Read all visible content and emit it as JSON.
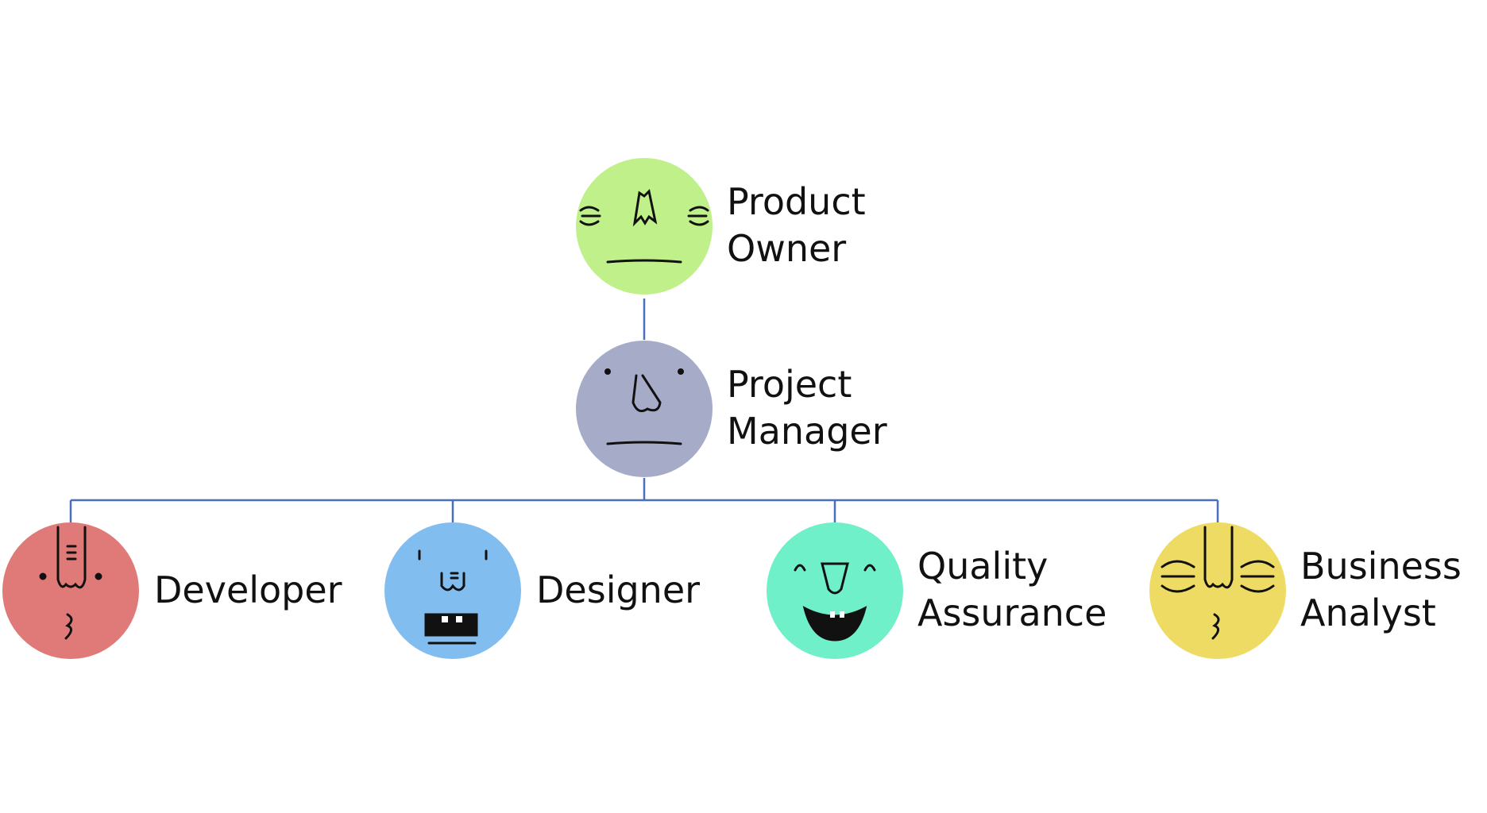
{
  "colors": {
    "connector": "#4a6fbd",
    "face_outline": "#111111",
    "product_owner": "#c0f08a",
    "project_manager": "#a6abc8",
    "developer": "#e07a78",
    "designer": "#82bdf0",
    "quality_assurance": "#70f0c8",
    "business_analyst": "#eedb63"
  },
  "roles": {
    "product_owner": {
      "line1": "Product",
      "line2": "Owner",
      "icon": "flat-mouth-face-icon"
    },
    "project_manager": {
      "line1": "Project",
      "line2": "Manager",
      "icon": "flat-mouth-face-icon"
    },
    "developer": {
      "line1": "Developer",
      "icon": "long-nose-face-icon"
    },
    "designer": {
      "line1": "Designer",
      "icon": "open-mouth-face-icon"
    },
    "quality_assurance": {
      "line1": "Quality",
      "line2": "Assurance",
      "icon": "smiling-face-icon"
    },
    "business_analyst": {
      "line1": "Business",
      "line2": "Analyst",
      "icon": "squinting-face-icon"
    }
  }
}
